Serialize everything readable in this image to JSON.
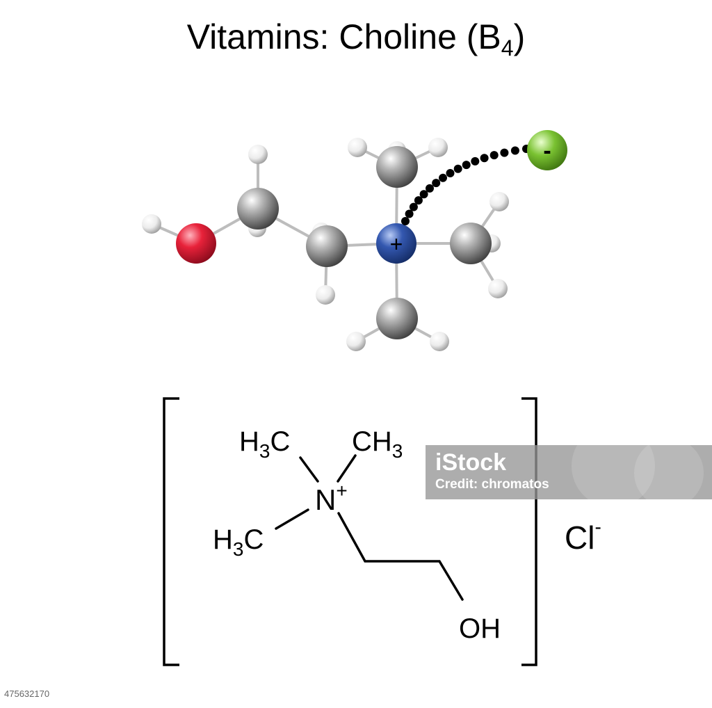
{
  "title": {
    "text": "Vitamins: Choline (B",
    "subscript": "4",
    "closing": ")"
  },
  "ball_model": {
    "cation_charge": "+",
    "anion_charge": "-"
  },
  "structural_formula": {
    "methyl_upper_left": {
      "base": "H",
      "sub": "3",
      "rest": "C"
    },
    "methyl_upper_right": {
      "base": "CH",
      "sub": "3"
    },
    "methyl_lower_left": {
      "base": "H",
      "sub": "3",
      "rest": "C"
    },
    "nitrogen": "N",
    "nitrogen_charge": "+",
    "hydroxyl": "OH",
    "counter_ion": "Cl",
    "counter_ion_charge": "-"
  },
  "watermark": {
    "logo": "iStock",
    "credit": "Credit: chromatos"
  },
  "stock_id": "475632170",
  "colors": {
    "oxygen": "#e8223a",
    "nitrogen": "#3458b0",
    "carbon": "#8c8c8c",
    "hydrogen": "#e6e6e6",
    "chlorine": "#7ac232"
  }
}
